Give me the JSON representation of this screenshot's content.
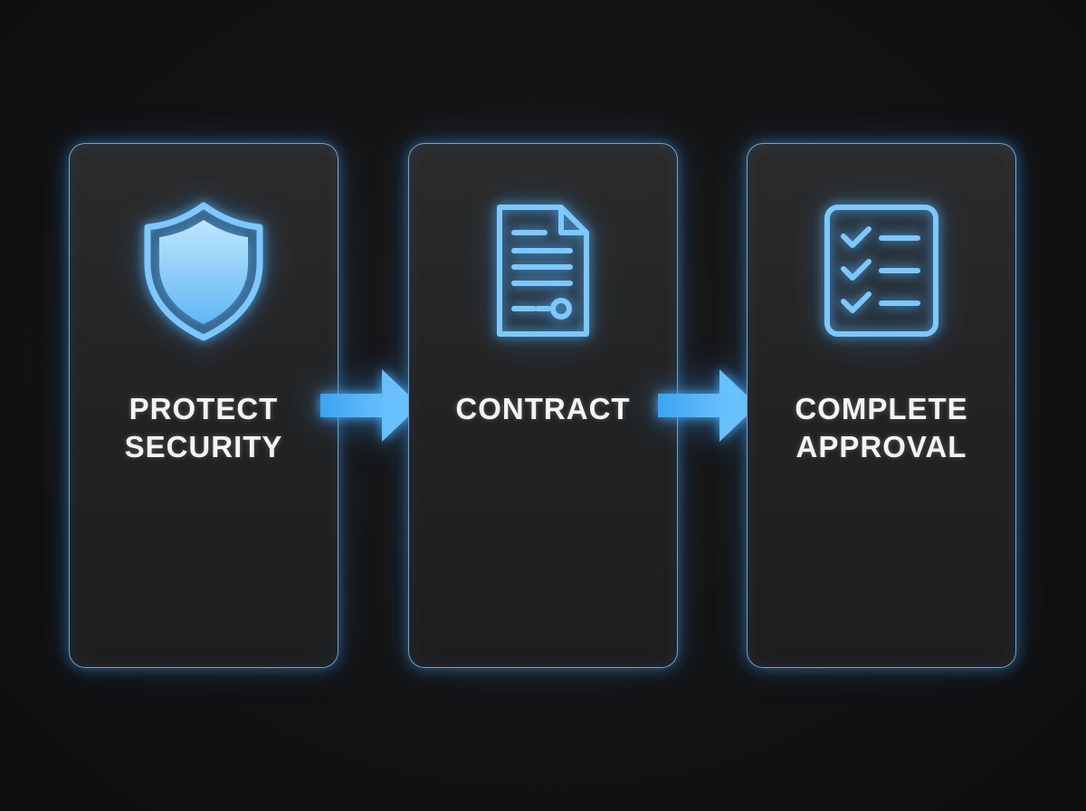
{
  "steps": [
    {
      "icon": "shield-icon",
      "label_line1": "PROTECT",
      "label_line2": "SECURITY"
    },
    {
      "icon": "document-icon",
      "label_line1": "CONTRACT",
      "label_line2": ""
    },
    {
      "icon": "checklist-icon",
      "label_line1": "COMPLETE",
      "label_line2": "APPROVAL"
    }
  ],
  "connectors": [
    {
      "icon": "arrow-right-icon"
    },
    {
      "icon": "arrow-right-icon"
    }
  ],
  "colors": {
    "background": "#121212",
    "card": "#262626",
    "accent": "#5ab8ff",
    "glow": "#3aa0ff",
    "text": "#f4f4f4"
  }
}
